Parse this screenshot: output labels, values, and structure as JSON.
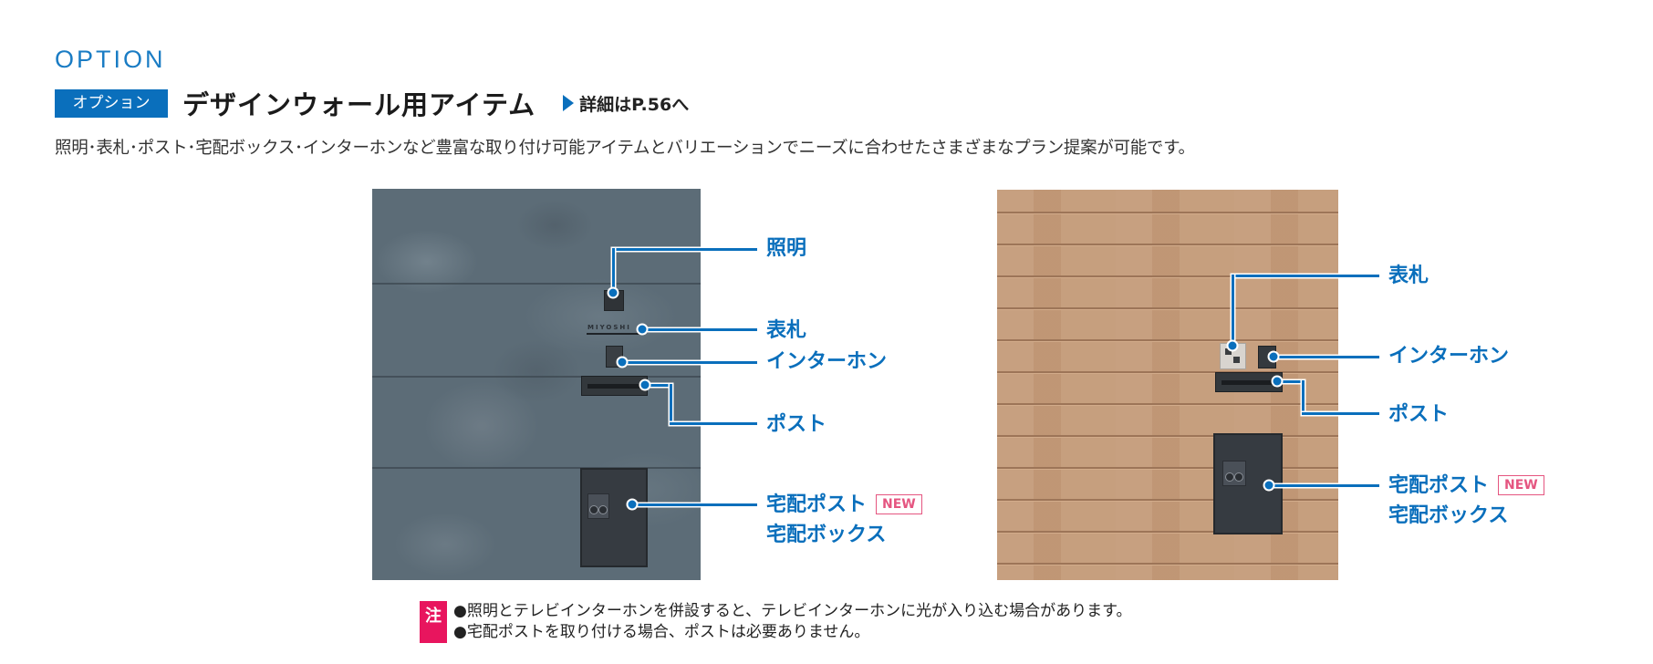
{
  "section": {
    "heading": "OPTION",
    "badge": "オプション",
    "title": "デザインウォール用アイテム",
    "detail_link": "詳細はP.56へ",
    "description": "照明･表札･ポスト･宅配ボックス･インターホンなど豊富な取り付け可能アイテムとバリエーションでニーズに合わせたさまざまなプラン提案が可能です。"
  },
  "colors": {
    "accent_blue": "#0a6fbc",
    "heading_blue": "#1a7cc4",
    "note_pink": "#e8155e",
    "new_badge": "#e55580",
    "stone_wall": "#5c6c77",
    "wood_wall": "#c49b79"
  },
  "stone_wall": {
    "nameplate_text": "MIYOSHI",
    "labels": {
      "lighting": "照明",
      "nameplate": "表札",
      "intercom": "インターホン",
      "post": "ポスト",
      "delivery_post": "宅配ポスト",
      "delivery_box": "宅配ボックス",
      "new_badge": "NEW"
    }
  },
  "wood_wall": {
    "labels": {
      "nameplate": "表札",
      "intercom": "インターホン",
      "post": "ポスト",
      "delivery_post": "宅配ポスト",
      "delivery_box": "宅配ボックス",
      "new_badge": "NEW"
    }
  },
  "notes": {
    "badge": "注",
    "items": [
      "●照明とテレビインターホンを併設すると、テレビインターホンに光が入り込む場合があります。",
      "●宅配ポストを取り付ける場合、ポストは必要ありません。"
    ]
  }
}
